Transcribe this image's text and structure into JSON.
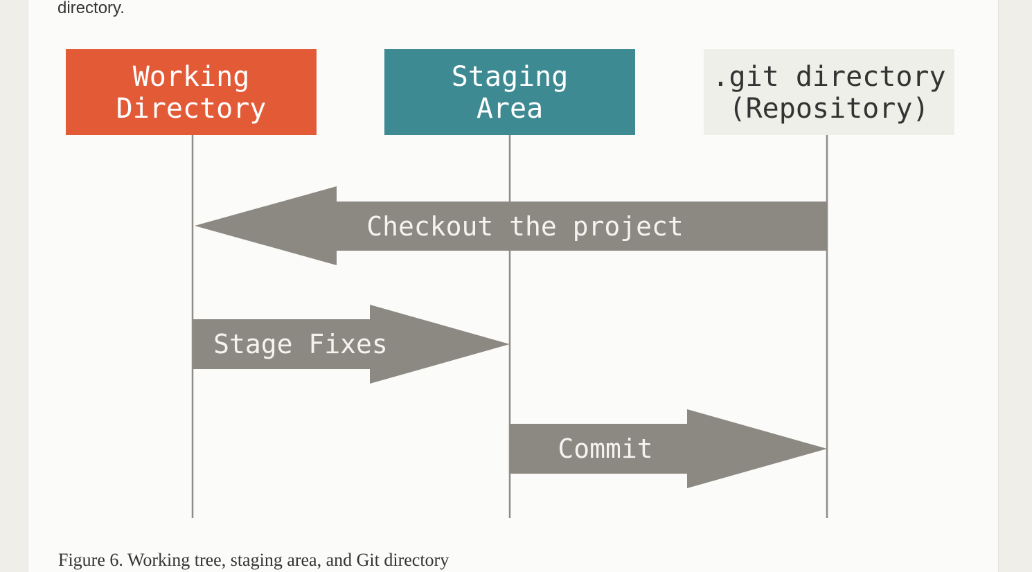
{
  "intro_text_tail": "directory.",
  "diagram": {
    "boxes": [
      {
        "id": "working-directory",
        "lines": [
          "Working",
          "Directory"
        ],
        "fill": "#e35a37",
        "text_color": "#ffffff"
      },
      {
        "id": "staging-area",
        "lines": [
          "Staging",
          "Area"
        ],
        "fill": "#3e8a93",
        "text_color": "#ffffff"
      },
      {
        "id": "git-directory",
        "lines": [
          ".git directory",
          "(Repository)"
        ],
        "fill": "#efefe9",
        "text_color": "#333333"
      }
    ],
    "arrows": [
      {
        "id": "checkout-the-project",
        "label": "Checkout the project",
        "from": "git-directory",
        "to": "working-directory"
      },
      {
        "id": "stage-fixes",
        "label": "Stage Fixes",
        "from": "working-directory",
        "to": "staging-area"
      },
      {
        "id": "commit",
        "label": "Commit",
        "from": "staging-area",
        "to": "git-directory"
      }
    ],
    "arrow_color": "#8c8882",
    "lifeline_color": "#8f8b86",
    "arrow_text_color": "#f4f3f0"
  },
  "caption": "Figure 6. Working tree, staging area, and Git directory"
}
